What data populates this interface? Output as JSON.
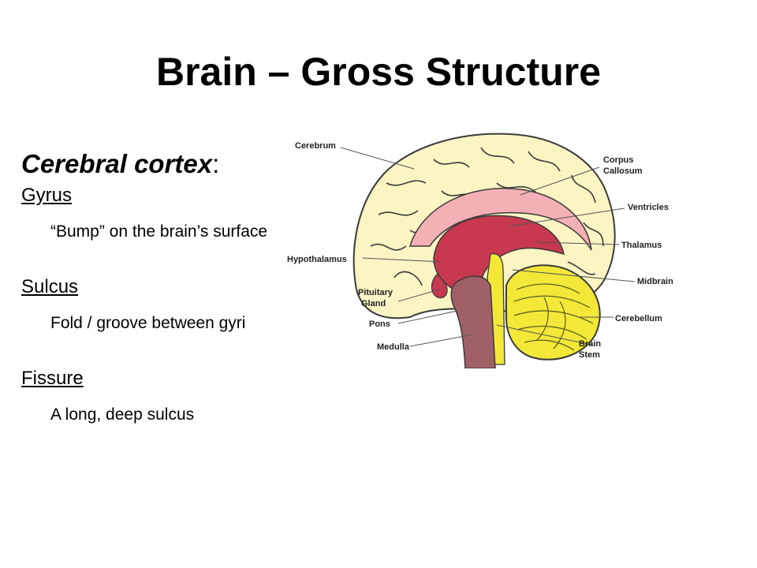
{
  "title": "Brain – Gross Structure",
  "section": {
    "heading": "Cerebral cortex",
    "heading_colon": ":",
    "items": [
      {
        "term": "Gyrus",
        "description": "“Bump” on the brain’s surface"
      },
      {
        "term": "Sulcus",
        "description": "Fold / groove between gyri"
      },
      {
        "term": "Fissure",
        "description": "A long, deep sulcus"
      }
    ]
  },
  "diagram": {
    "labels": {
      "cerebrum": "Cerebrum",
      "corpus_1": "Corpus",
      "corpus_2": "Callosum",
      "ventricles": "Ventricles",
      "thalamus": "Thalamus",
      "hypothalamus": "Hypothalamus",
      "midbrain": "Midbrain",
      "pituitary_1": "Pituitary",
      "pituitary_2": "Gland",
      "pons": "Pons",
      "cerebellum": "Cerebellum",
      "medulla": "Medulla",
      "brainstem_1": "Brain",
      "brainstem_2": "Stem"
    },
    "colors": {
      "cortex": "#fbf5c4",
      "corpus": "#f4b1b5",
      "core": "#c8384f",
      "stem": "#a06068",
      "cerebellum": "#f3e838",
      "outline": "#3a3a3a"
    }
  }
}
